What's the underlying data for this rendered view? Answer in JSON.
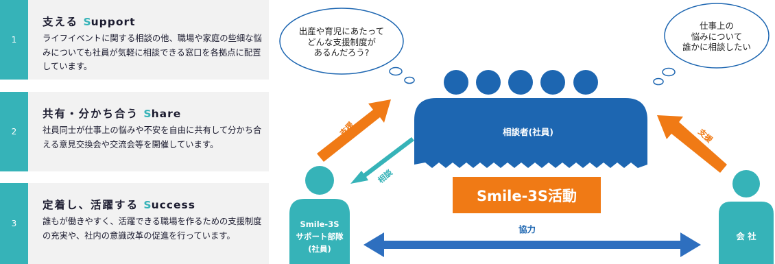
{
  "items": [
    {
      "number": "1",
      "title_jp": "支える ",
      "title_initial": "S",
      "title_rest": "upport",
      "description": "ライフイベントに関する相談の他、職場や家庭の些細な悩みについても社員が気軽に相談できる窓口を各拠点に配置しています。"
    },
    {
      "number": "2",
      "title_jp": "共有・分かち合う ",
      "title_initial": "S",
      "title_rest": "hare",
      "description": "社員同士が仕事上の悩みや不安を自由に共有して分かち合える意見交換会や交流会等を開催しています。"
    },
    {
      "number": "3",
      "title_jp": "定着し、活躍する ",
      "title_initial": "S",
      "title_rest": "uccess",
      "description": "誰もが働きやすく、活躍できる職場を作るための支援制度の充実や、社内の意識改革の促進を行っています。"
    }
  ],
  "diagram": {
    "bubble_left": [
      "出産や育児にあたって",
      "どんな支援制度が",
      "あるんだろう?"
    ],
    "bubble_right": [
      "仕事上の",
      "悩みについて",
      "誰かに相談したい"
    ],
    "consultees_label": "相談者(社員)",
    "activity_label": "Smile-3S活動",
    "support_label_left": "支援",
    "consult_label": "相談",
    "support_label_right": "支援",
    "cooperation_label": "協力",
    "support_team_label": [
      "Smile-3S",
      "サポート部隊",
      "(社員)"
    ],
    "company_label": "会 社",
    "colors": {
      "teal": "#36b3b8",
      "blue": "#1d66b1",
      "orange": "#f07a15",
      "arrow_blue": "#2e6fbf"
    }
  }
}
